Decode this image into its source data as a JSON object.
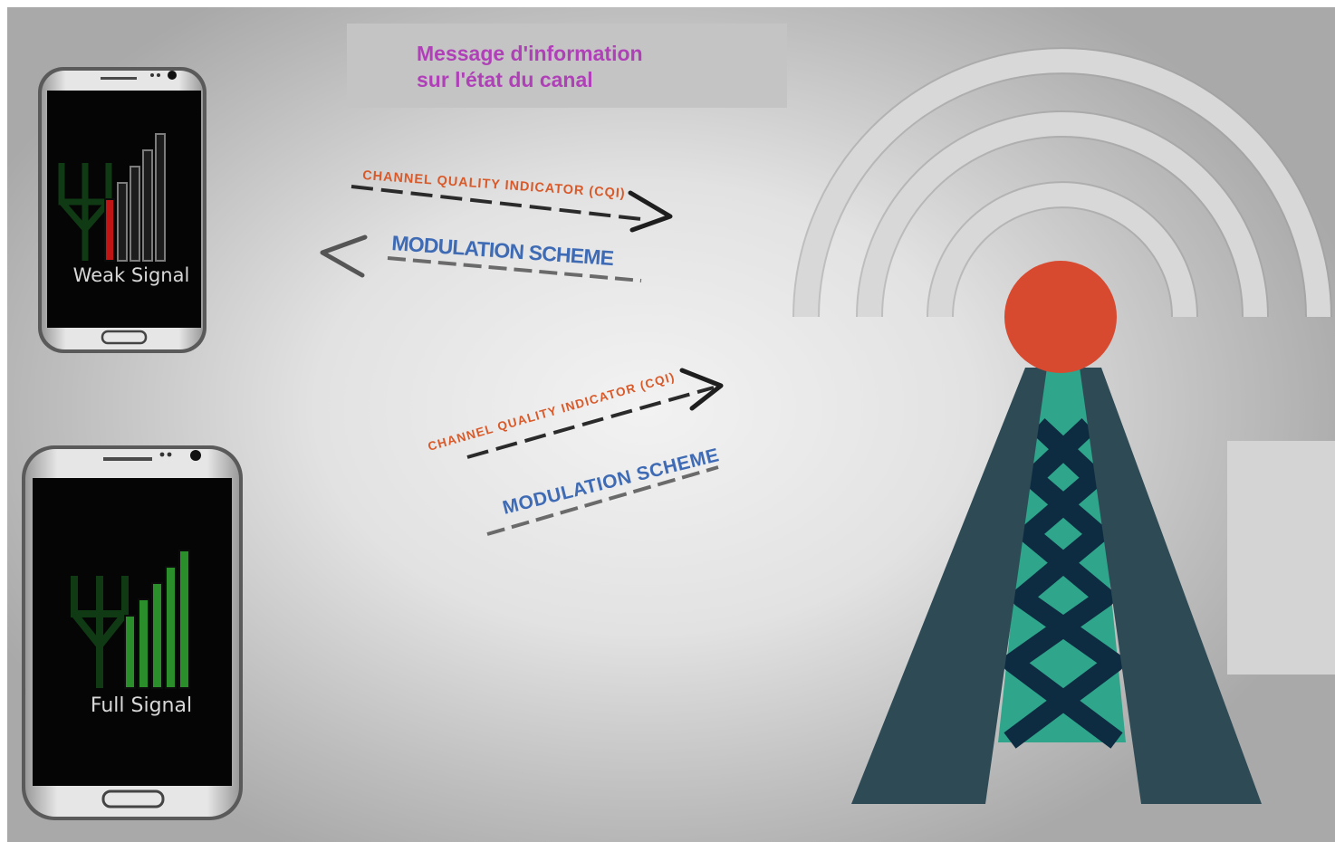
{
  "info_box": {
    "line1": "Message d'information",
    "line2": "sur  l'état du canal"
  },
  "phones": [
    {
      "label": "Weak Signal",
      "bars": 5,
      "active_bars": 1,
      "active_color": "#c01515"
    },
    {
      "label": "Full Signal",
      "bars": 5,
      "active_bars": 5,
      "active_color": "#2a8f2a"
    }
  ],
  "arrows": {
    "top_cqi": "CHANNEL QUALITY INDICATOR (CQI)",
    "top_modulation": "MODULATION SCHEME",
    "bottom_cqi": "CHANNEL QUALITY INDICATOR (CQI)",
    "bottom_modulation": "MODULATION SCHEME"
  },
  "colors": {
    "cqi_text": "#d85a2a",
    "modulation_text": "#3f6bb5",
    "tower_body": "#2e4a55",
    "tower_lattice": "#2fa58c",
    "tower_light": "#d84a30",
    "waves": "#d7d7d7"
  },
  "icons": [
    "antenna-icon",
    "signal-bars-icon",
    "cell-tower-icon",
    "radio-waves-icon",
    "arrow-right-icon",
    "arrow-left-icon"
  ]
}
